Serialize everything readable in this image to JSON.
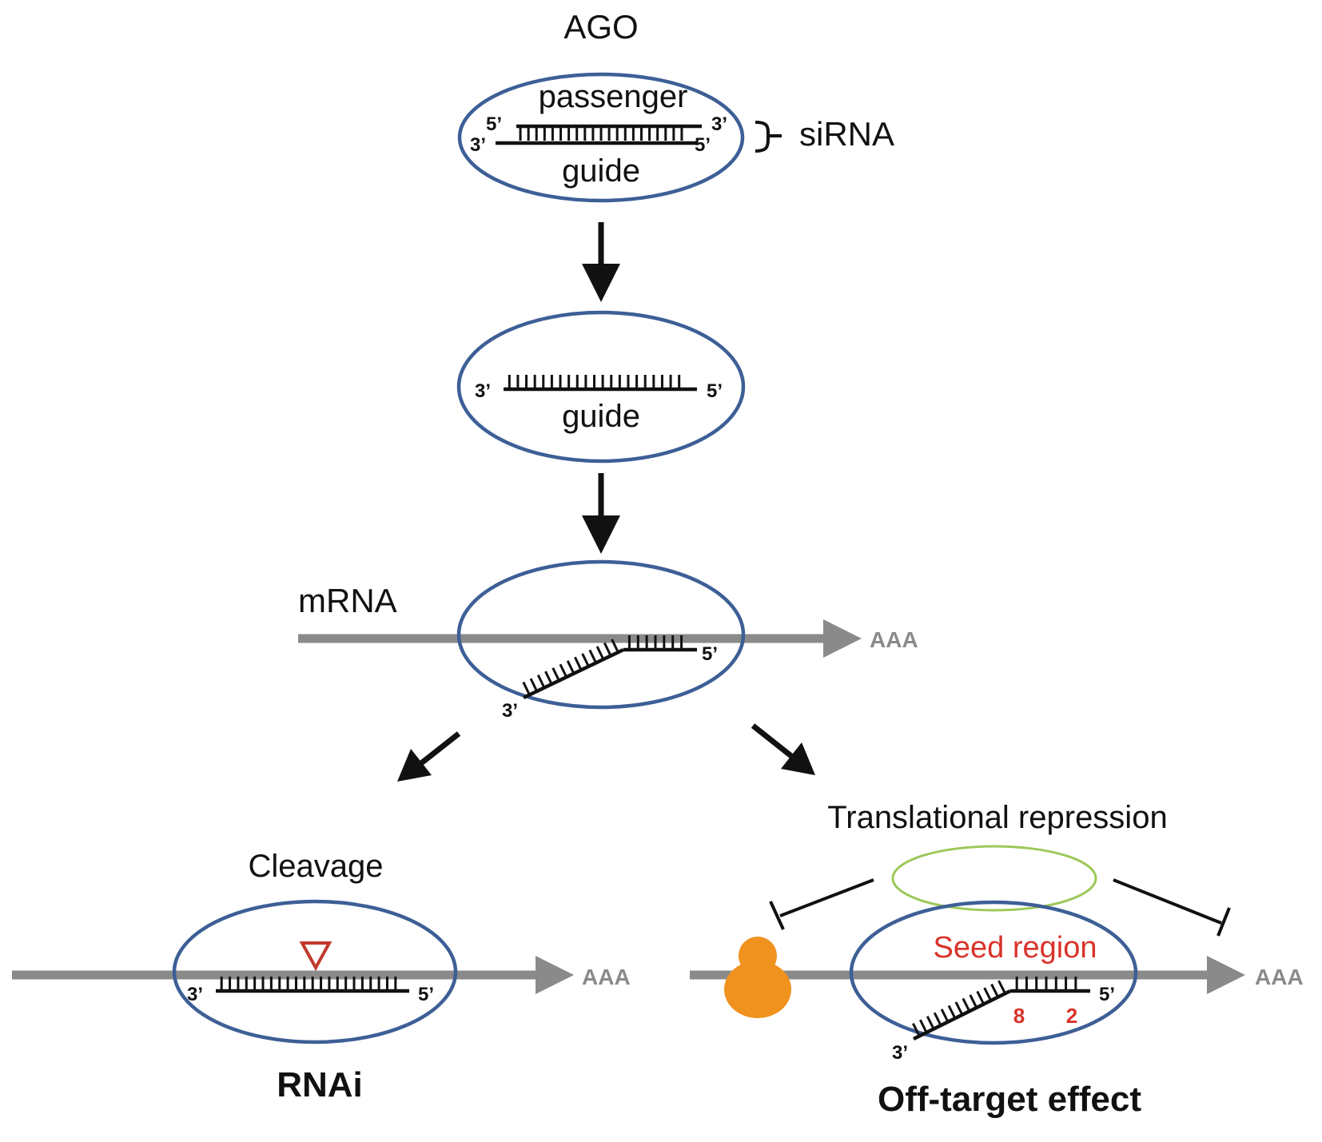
{
  "colors": {
    "ago_outline": "#3d5f96",
    "mrna": "#8a8a8a",
    "ink": "#111111",
    "seed": "#d9332a",
    "ribosome": "#f0921e",
    "repressor_outline": "#9dc85a",
    "cleavage_marker": "#c0392b"
  },
  "top": {
    "complex_label": "AGO",
    "passenger_label": "passenger",
    "guide_label": "guide",
    "sirna_label": "siRNA",
    "p5": "5’",
    "p3": "3’",
    "g3": "3’",
    "g5": "5’"
  },
  "middle": {
    "guide_label": "guide",
    "g3": "3’",
    "g5": "5’"
  },
  "target": {
    "mrna_label": "mRNA",
    "tail": "AAA",
    "g5": "5’",
    "g3": "3’"
  },
  "rnai": {
    "process_label": "Cleavage",
    "outcome": "RNAi",
    "tail": "AAA",
    "g3": "3’",
    "g5": "5’"
  },
  "offtarget": {
    "process_label": "Translational repression",
    "seed_label": "Seed region",
    "seed_start": "8",
    "seed_end": "2",
    "outcome": "Off-target effect",
    "tail": "AAA",
    "g5": "5’",
    "g3": "3’"
  }
}
